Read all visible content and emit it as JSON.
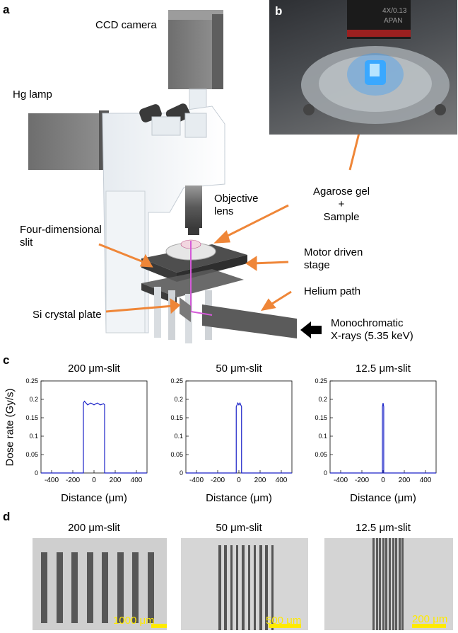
{
  "panel_a": {
    "letter": "a",
    "labels": {
      "ccd_camera": "CCD camera",
      "hg_lamp": "Hg lamp",
      "objective_lens_1": "Objective",
      "objective_lens_2": "lens",
      "agarose_1": "Agarose gel",
      "agarose_2": "+",
      "agarose_3": "Sample",
      "four_dim_1": "Four-dimensional",
      "four_dim_2": "slit",
      "motor_1": "Motor driven",
      "motor_2": "stage",
      "helium": "Helium path",
      "si_crystal": "Si crystal plate",
      "mono_1": "Monochromatic",
      "mono_2": "X-rays (5.35 keV)"
    },
    "arrow_color": "#ef8638"
  },
  "panel_b": {
    "letter": "b",
    "lens_text_1": "4X/0.13",
    "lens_text_2": "APAN"
  },
  "panel_c": {
    "letter": "c",
    "ylabel": "Dose rate (Gy/s)",
    "xlabel": "Distance (μm)",
    "line_color": "#1a22c8"
  },
  "chart_data": [
    {
      "type": "line",
      "title": "200 μm-slit",
      "xlabel": "Distance (μm)",
      "ylabel": "Dose rate (Gy/s)",
      "xlim": [
        -500,
        500
      ],
      "ylim": [
        0,
        0.25
      ],
      "xticks": [
        "-400",
        "-200",
        "0",
        "200",
        "400"
      ],
      "yticks": [
        "0",
        "0.05",
        "0.1",
        "0.15",
        "0.2",
        "0.25"
      ],
      "series": [
        {
          "x": [
            -500,
            -100,
            -100,
            -90,
            -60,
            -30,
            0,
            30,
            60,
            90,
            100,
            100,
            500
          ],
          "y": [
            0,
            0,
            0.19,
            0.195,
            0.185,
            0.19,
            0.185,
            0.19,
            0.185,
            0.188,
            0.185,
            0,
            0
          ]
        }
      ]
    },
    {
      "type": "line",
      "title": "50 μm-slit",
      "xlabel": "Distance (μm)",
      "ylabel": "",
      "xlim": [
        -500,
        500
      ],
      "ylim": [
        0,
        0.25
      ],
      "xticks": [
        "-400",
        "-200",
        "0",
        "200",
        "400"
      ],
      "yticks": [
        "0",
        "0.05",
        "0.1",
        "0.15",
        "0.2",
        "0.25"
      ],
      "series": [
        {
          "x": [
            -500,
            -25,
            -25,
            -10,
            0,
            10,
            25,
            25,
            500
          ],
          "y": [
            0,
            0,
            0.18,
            0.19,
            0.185,
            0.19,
            0.18,
            0,
            0
          ]
        }
      ]
    },
    {
      "type": "line",
      "title": "12.5 μm-slit",
      "xlabel": "Distance (μm)",
      "ylabel": "",
      "xlim": [
        -500,
        500
      ],
      "ylim": [
        0,
        0.25
      ],
      "xticks": [
        "-400",
        "-200",
        "0",
        "200",
        "400"
      ],
      "yticks": [
        "0",
        "0.05",
        "0.1",
        "0.15",
        "0.2",
        "0.25"
      ],
      "series": [
        {
          "x": [
            -500,
            -6,
            -6,
            0,
            6,
            6,
            500
          ],
          "y": [
            0,
            0,
            0.18,
            0.19,
            0.18,
            0,
            0
          ]
        }
      ]
    }
  ],
  "panel_d": {
    "letter": "d",
    "images": [
      {
        "title": "200 μm-slit",
        "scale": "1000 μm",
        "stripe_count": 8
      },
      {
        "title": "50 μm-slit",
        "scale": "500 μm",
        "stripe_count": 10
      },
      {
        "title": "12.5 μm-slit",
        "scale": "200 μm",
        "stripe_count": 10
      }
    ]
  }
}
